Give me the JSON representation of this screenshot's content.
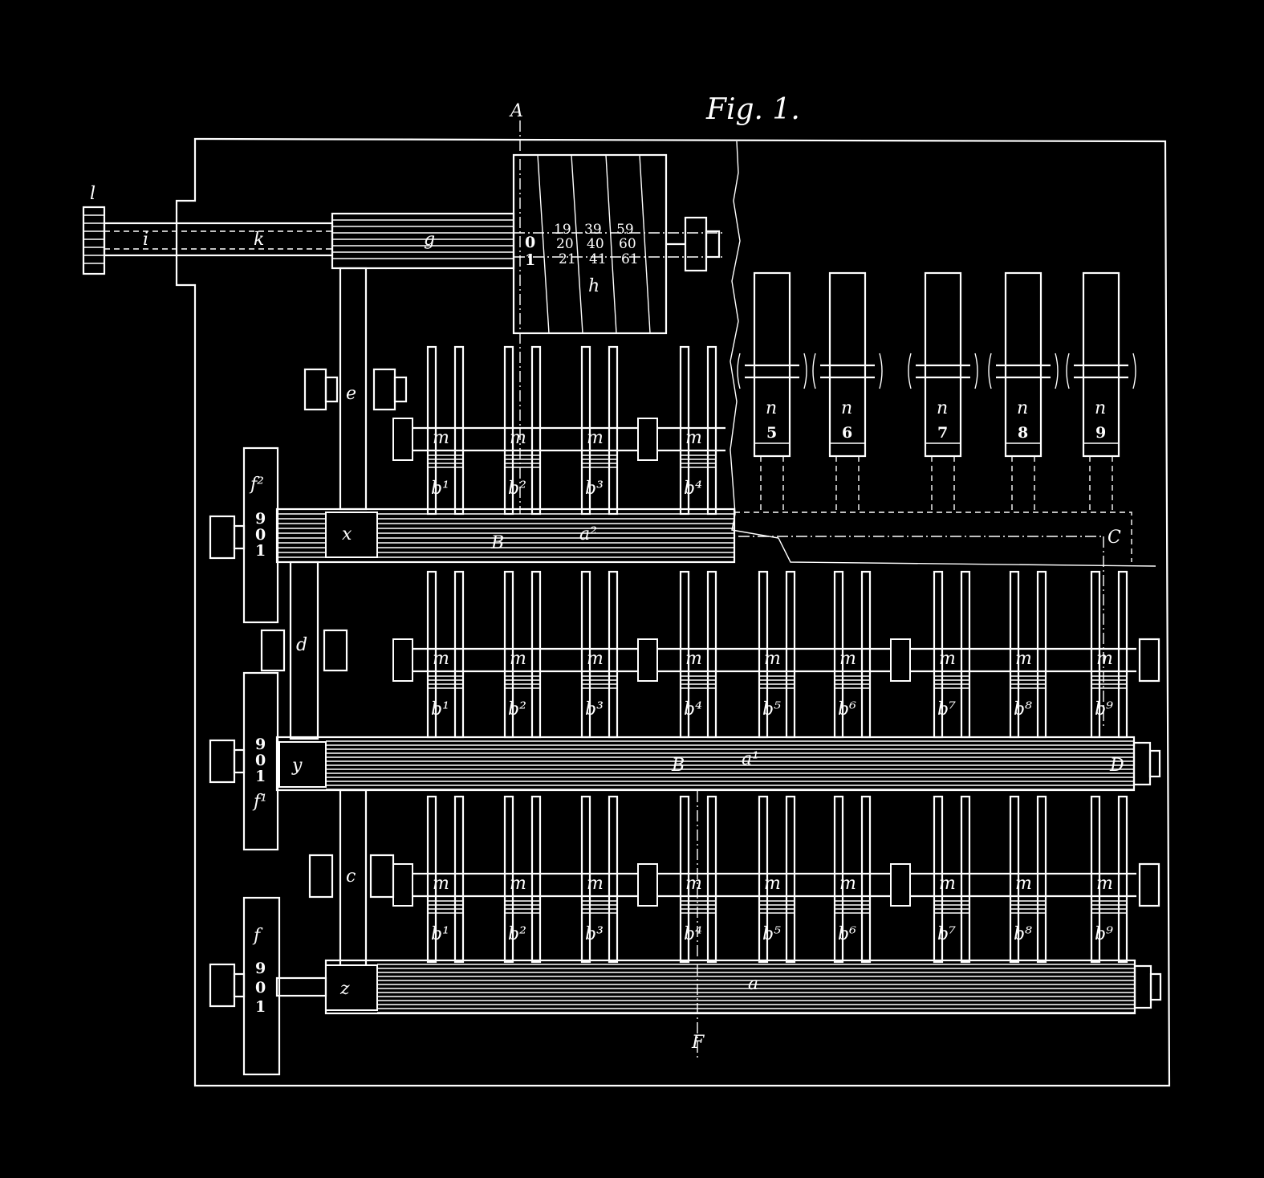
{
  "figure": {
    "title": "Fig. 1.",
    "section_marks": [
      "A",
      "F",
      "C",
      "B",
      "D"
    ]
  },
  "labels": {
    "l": "l",
    "i": "i",
    "k": "k",
    "g": "g",
    "h": "h",
    "e": "e",
    "d": "d",
    "c": "c",
    "x": "x",
    "y": "y",
    "z": "z",
    "f": "f",
    "f1": "f¹",
    "f2": "f²",
    "a": "a",
    "a1": "a¹",
    "a2": "a²",
    "m": "m",
    "n": "n"
  },
  "drum_scale": {
    "col0": [
      "",
      "0",
      "1"
    ],
    "col1": [
      "19",
      "20",
      "21"
    ],
    "col2": [
      "39",
      "40",
      "41"
    ],
    "col3": [
      "59",
      "60",
      "61"
    ]
  },
  "wheel_digits": [
    "9",
    "0",
    "1"
  ],
  "rack_labels": [
    "b¹",
    "b²",
    "b³",
    "b⁴",
    "b⁵",
    "b⁶",
    "b⁷",
    "b⁸",
    "b⁹"
  ],
  "n_digits": [
    "5",
    "6",
    "7",
    "8",
    "9"
  ],
  "colors": {
    "background": "#000000",
    "line": "#ffffff"
  }
}
